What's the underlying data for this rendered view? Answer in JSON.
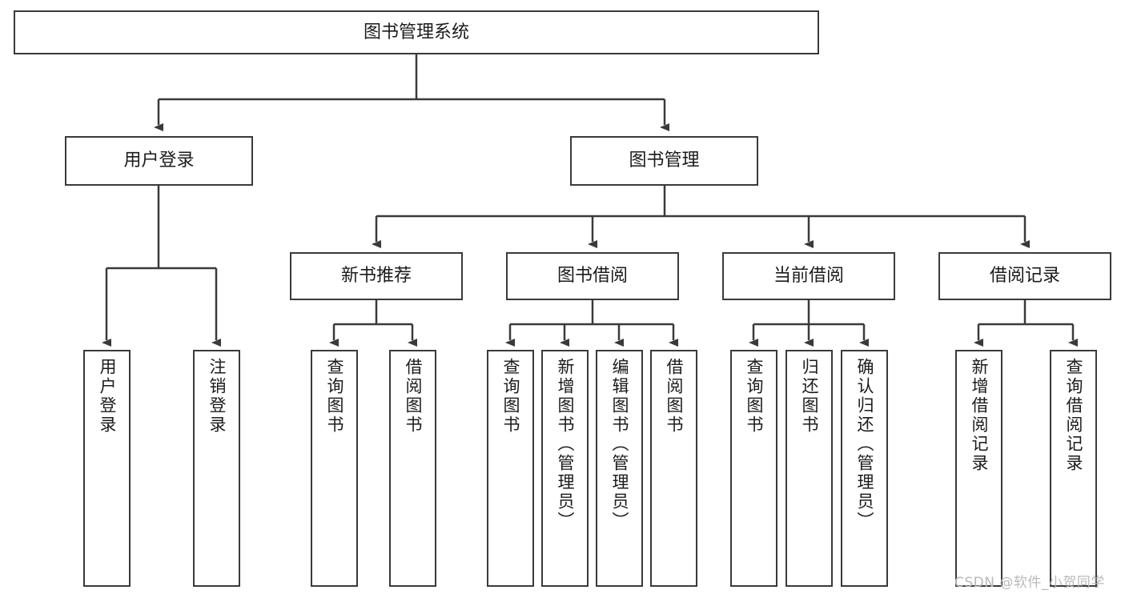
{
  "diagram": {
    "type": "hierarchy-tree",
    "title": "图书管理系统",
    "watermark": "CSDN @软件_小贺同学",
    "root": {
      "label": "图书管理系统"
    },
    "level2": [
      {
        "label": "用户登录"
      },
      {
        "label": "图书管理"
      }
    ],
    "level3": [
      {
        "label": "新书推荐"
      },
      {
        "label": "图书借阅"
      },
      {
        "label": "当前借阅"
      },
      {
        "label": "借阅记录"
      }
    ],
    "leaves": {
      "user_login": [
        {
          "label": "用户登录"
        },
        {
          "label": "注销登录"
        }
      ],
      "new_book": [
        {
          "label": "查询图书"
        },
        {
          "label": "借阅图书"
        }
      ],
      "book_borrow": [
        {
          "label": "查询图书"
        },
        {
          "label": "新增图书（管理员）"
        },
        {
          "label": "编辑图书（管理员）"
        },
        {
          "label": "借阅图书"
        }
      ],
      "current_borrow": [
        {
          "label": "查询图书"
        },
        {
          "label": "归还图书"
        },
        {
          "label": "确认归还（管理员）"
        }
      ],
      "borrow_record": [
        {
          "label": "新增借阅记录"
        },
        {
          "label": "查询借阅记录"
        }
      ]
    },
    "colors": {
      "stroke": "#3a3a3a",
      "fill": "#ffffff",
      "text": "#1b1b1b",
      "watermark": "#b9b9b9"
    }
  }
}
